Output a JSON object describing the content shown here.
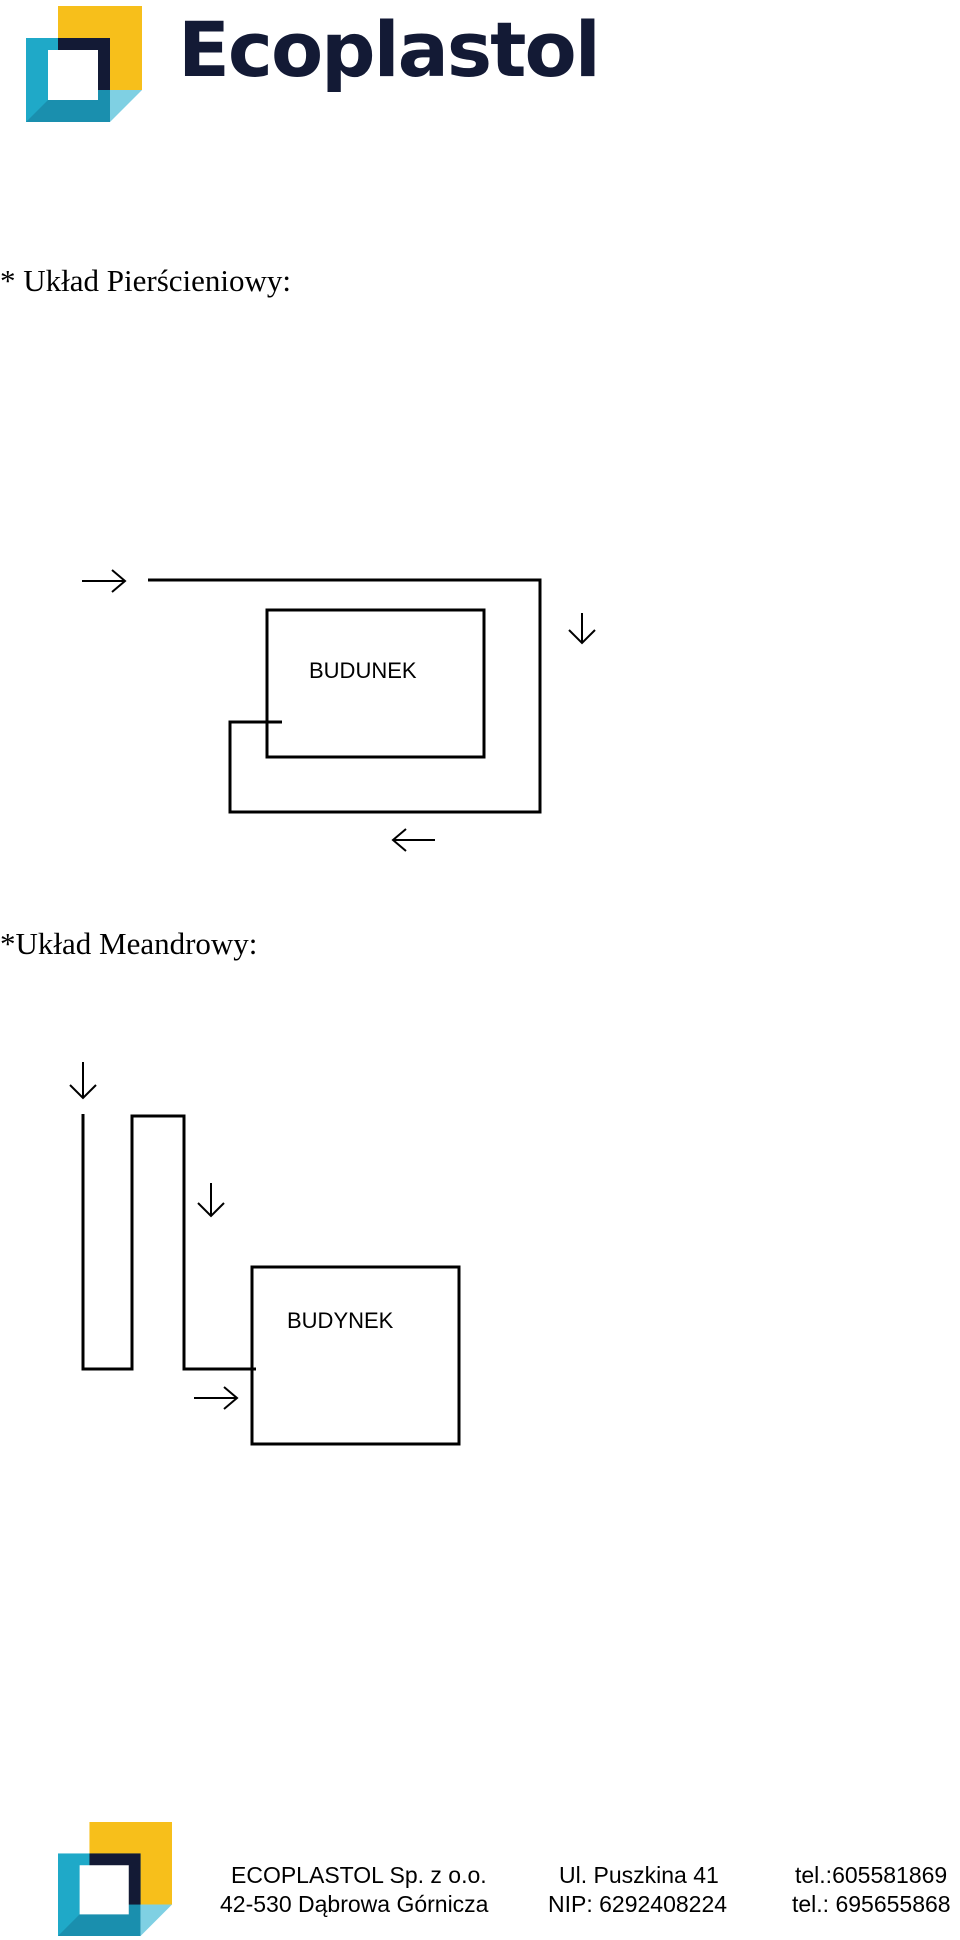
{
  "header": {
    "brand_name": "Ecoplastol",
    "logo_icon": "ecoplastol-logo-mark",
    "colors": {
      "navy": "#131a35",
      "teal": "#1fa9c8",
      "yellow": "#f7bf1b",
      "light_blue": "#7fd0e3"
    }
  },
  "sections": {
    "ring": {
      "heading": "* Układ Pierścieniowy:",
      "box_label": "BUDUNEK",
      "arrows": [
        "arrow-right-icon",
        "arrow-down-icon",
        "arrow-left-icon"
      ]
    },
    "meander": {
      "heading": "*Układ Meandrowy:",
      "box_label": "BUDYNEK",
      "arrows": [
        "arrow-down-icon",
        "arrow-down-icon",
        "arrow-right-icon"
      ]
    }
  },
  "footer": {
    "company": "ECOPLASTOL Sp. z o.o.",
    "city": "42-530 Dąbrowa Górnicza",
    "street": "Ul. Puszkina 41",
    "nip": "NIP: 6292408224",
    "tel1": "tel.:605581869",
    "tel2": "tel.: 695655868"
  }
}
